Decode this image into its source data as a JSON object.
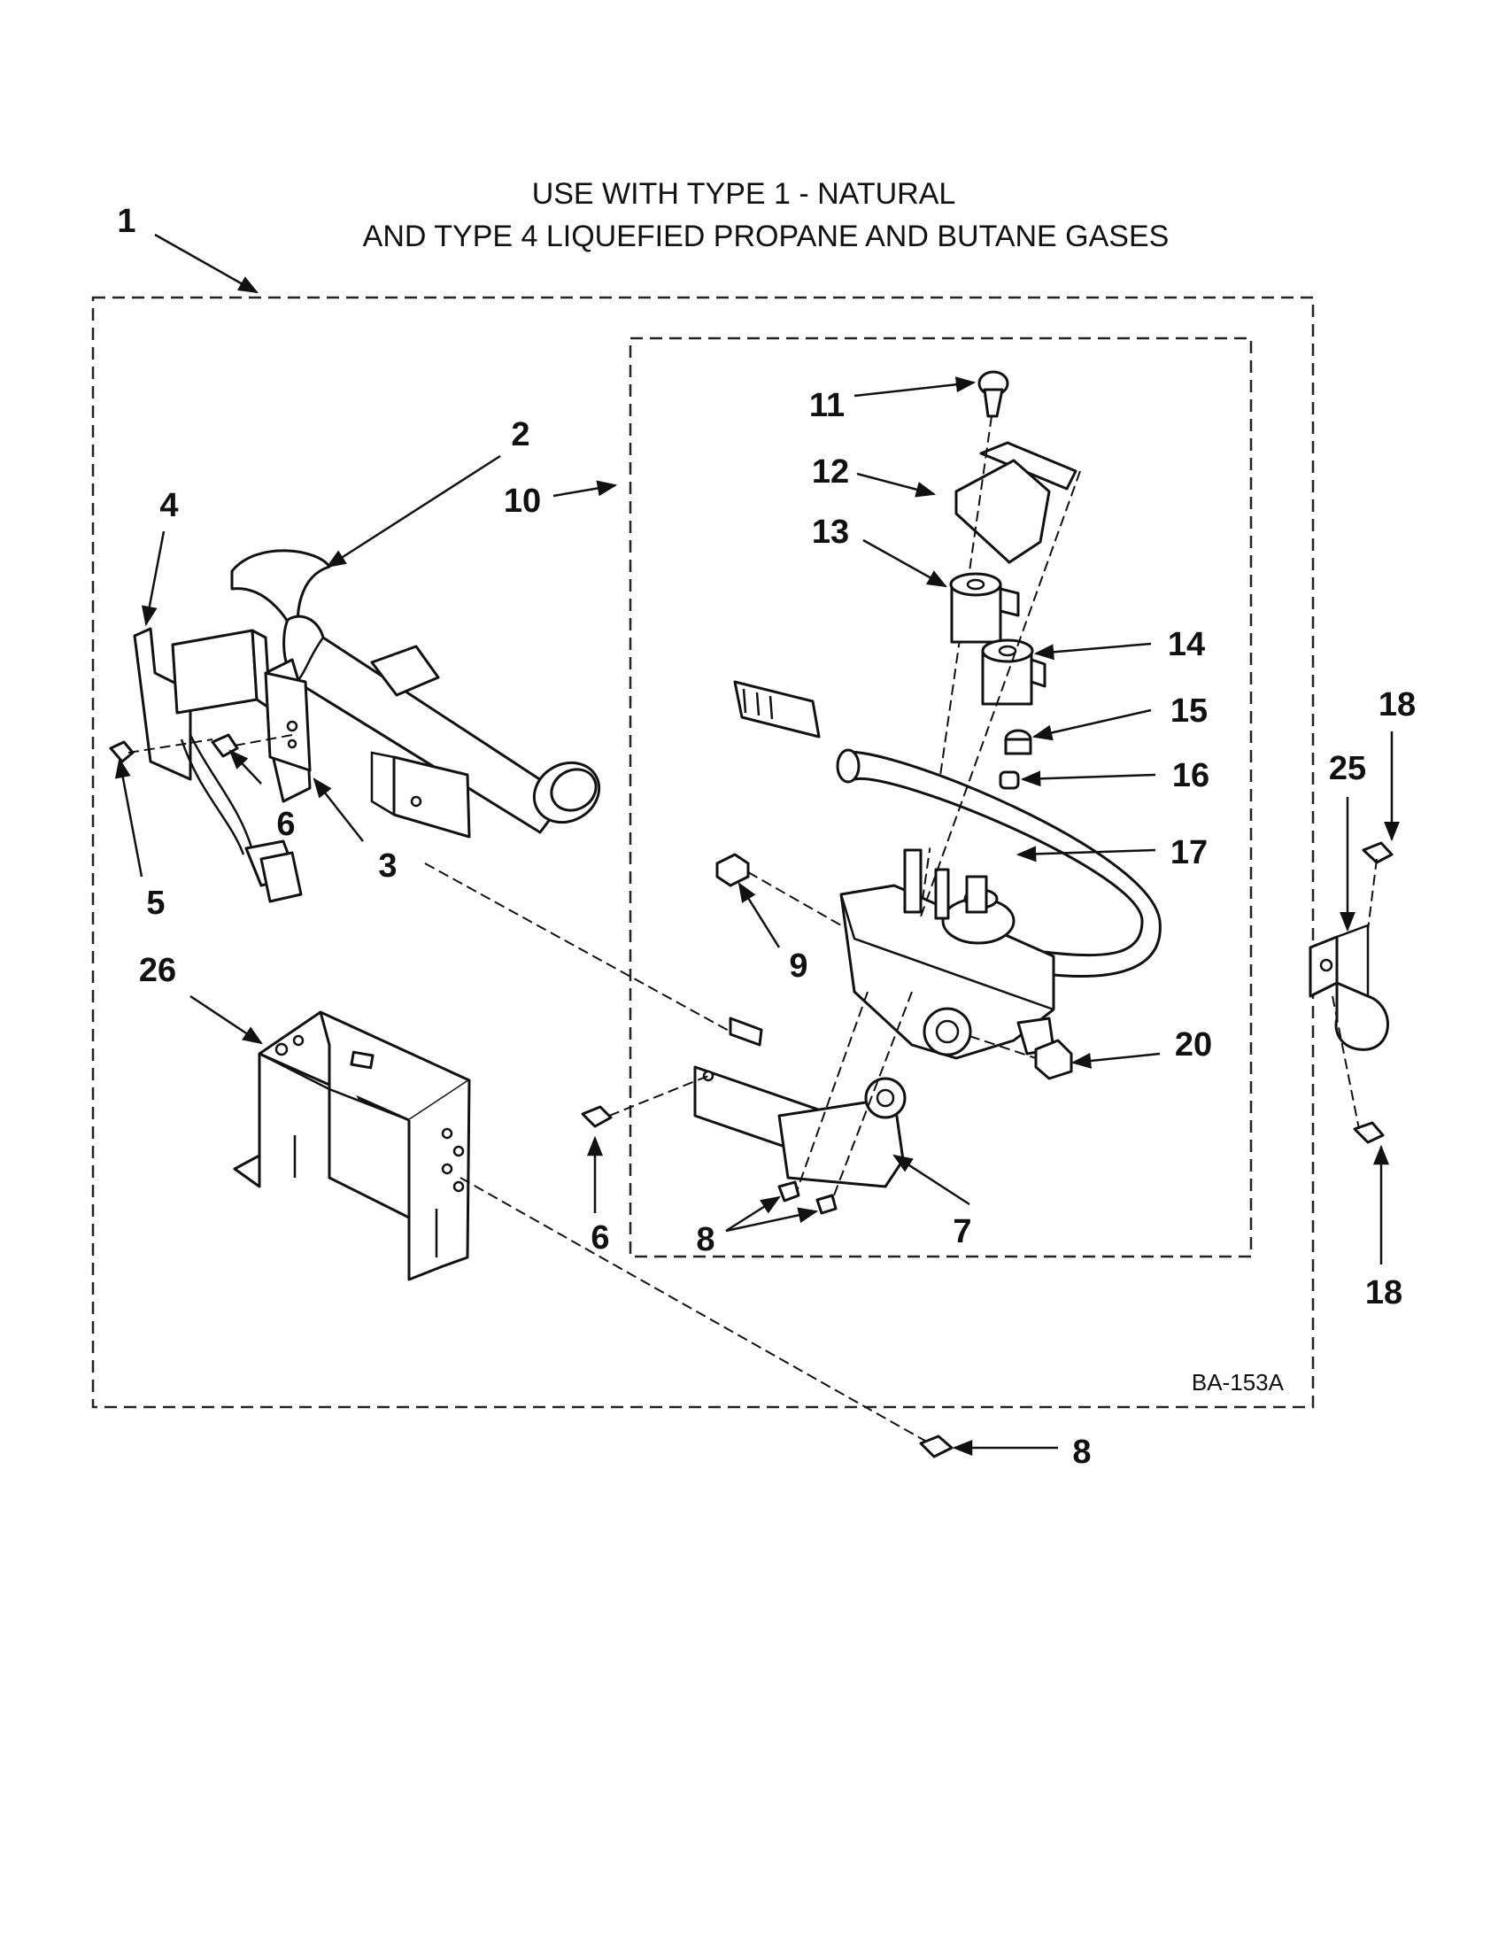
{
  "title": {
    "line1": "USE WITH TYPE 1 -  NATURAL",
    "line2": "AND TYPE 4    LIQUEFIED PROPANE AND BUTANE GASES"
  },
  "diagram_code": "BA-153A",
  "callouts": {
    "c1": "1",
    "c2": "2",
    "c3": "3",
    "c4": "4",
    "c5": "5",
    "c6a": "6",
    "c6b": "6",
    "c7": "7",
    "c8a": "8",
    "c8b": "8",
    "c9": "9",
    "c10": "10",
    "c11": "11",
    "c12": "12",
    "c13": "13",
    "c14": "14",
    "c15": "15",
    "c16": "16",
    "c17": "17",
    "c18a": "18",
    "c18b": "18",
    "c20": "20",
    "c25": "25",
    "c26": "26"
  }
}
